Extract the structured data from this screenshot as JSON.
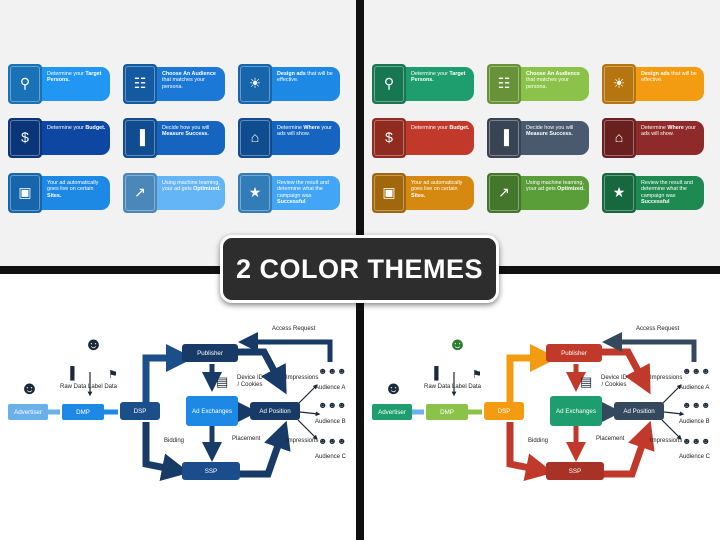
{
  "banner": {
    "title": "2 COLOR THEMES"
  },
  "cards": [
    {
      "pre": "Determine your ",
      "bold": "Target Persons.",
      "post": "",
      "icon": "search-icon"
    },
    {
      "pre": "",
      "bold": "Choose An Audience",
      "post": " that matches your persona.",
      "icon": "clipboard-icon"
    },
    {
      "pre": "",
      "bold": "Design ads",
      "post": " that will be effective.",
      "icon": "lightbulb-icon"
    },
    {
      "pre": "Determine your ",
      "bold": "Budget.",
      "post": "",
      "icon": "money-bag-icon"
    },
    {
      "pre": "Decide how you will ",
      "bold": "Measure Success.",
      "post": "",
      "icon": "bar-chart-icon"
    },
    {
      "pre": "Determine ",
      "bold": "Where",
      "post": " your ads will show.",
      "icon": "house-icon"
    },
    {
      "pre": "Your ad automatically goes live on certain ",
      "bold": "Sites.",
      "post": "",
      "icon": "monitor-icon"
    },
    {
      "pre": "Using machine learning, your ad gets ",
      "bold": "Optimized.",
      "post": "",
      "icon": "growth-chart-icon"
    },
    {
      "pre": "Review the result and determine what the campaign was ",
      "bold": "Successful",
      "post": "",
      "icon": "trophy-icon"
    }
  ],
  "theme_blue": [
    "#2196f3",
    "#1b78d6",
    "#1e88e5",
    "#0d47a1",
    "#1565c0",
    "#1565c0",
    "#1e88e5",
    "#64b5f6",
    "#42a5f5"
  ],
  "theme_color": [
    "#1e9e6e",
    "#8bc34a",
    "#f39c12",
    "#c0392b",
    "#4a5a6e",
    "#8e2a2a",
    "#d68910",
    "#5a9e3a",
    "#1e8a52"
  ],
  "diagram": {
    "advertiser": "Advertiser",
    "dmp": "DMP",
    "dsp": "DSP",
    "publisher": "Publisher",
    "ad_exchanges": "Ad Exchanges",
    "ad_position": "Ad Position",
    "ssp": "SSP",
    "raw_data": "Raw Data",
    "label_data": "Label Data",
    "device_id": "Device ID / Cookies",
    "access_request": "Access Request",
    "impressions": "Impressions",
    "bidding": "Bidding",
    "placement": "Placement",
    "audience_a": "Audience A",
    "audience_b": "Audience B",
    "audience_c": "Audience C"
  },
  "diagram_colors_blue": {
    "light": "#6ab0ea",
    "mid": "#1e88e5",
    "dark": "#1a4f8a",
    "navy": "#173a66",
    "ssp": "#1b4d8c",
    "pos": "#173a66"
  },
  "diagram_colors_theme": {
    "light": "#1e9e6e",
    "mid": "#8bc34a",
    "dark": "#f39c12",
    "navy": "#c0392b",
    "ssp": "#a93226",
    "pos": "#34495e"
  }
}
